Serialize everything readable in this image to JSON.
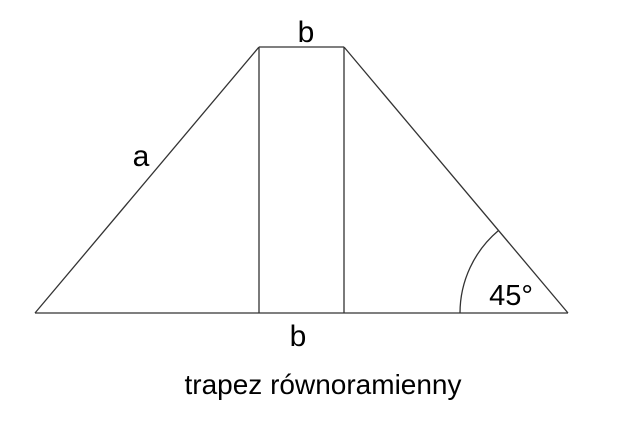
{
  "labels": {
    "top_base": "b",
    "bottom_base": "b",
    "leg": "a",
    "angle": "45°"
  },
  "caption": "trapez równoramienny",
  "colors": {
    "line": "#333333",
    "text": "#000000"
  }
}
